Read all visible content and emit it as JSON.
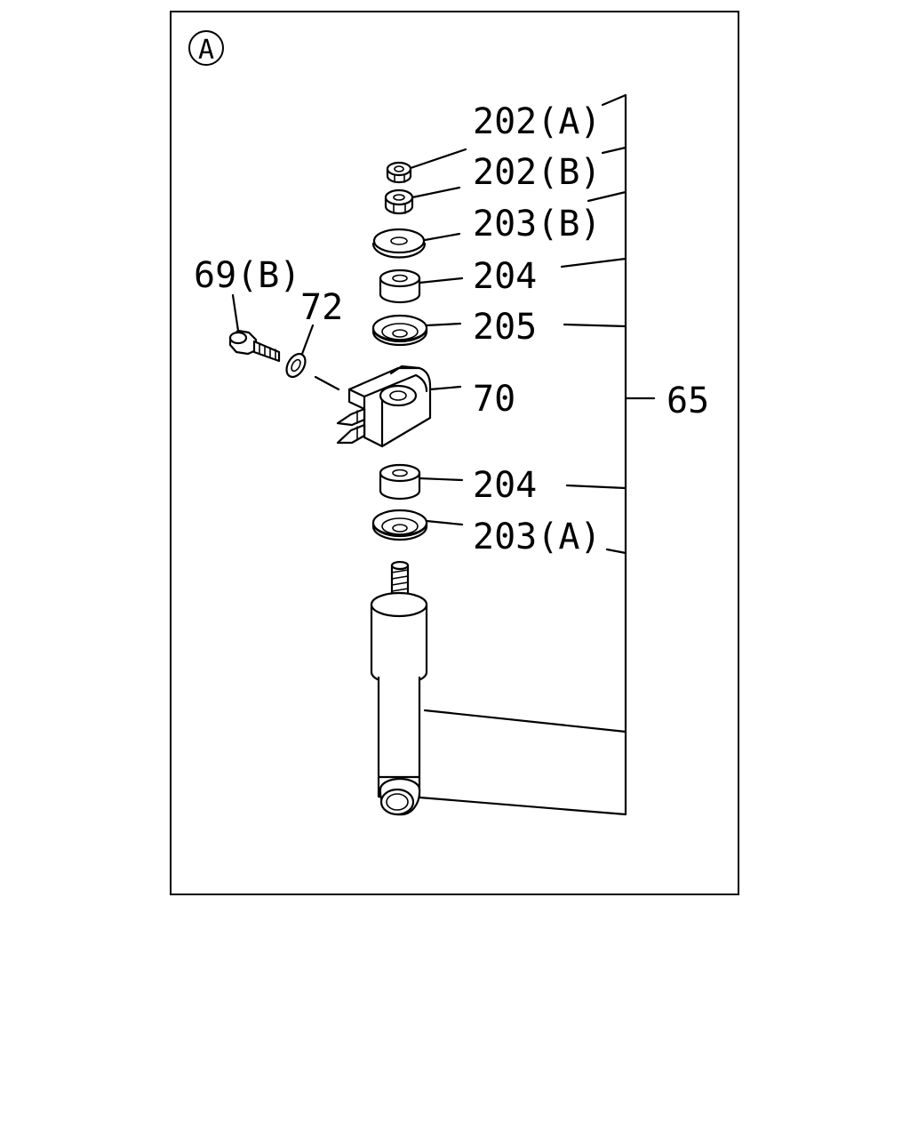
{
  "view_marker": "A",
  "labels": {
    "l202a": "202(A)",
    "l202b": "202(B)",
    "l203b": "203(B)",
    "l204_top": "204",
    "l205": "205",
    "l70": "70",
    "l204_bottom": "204",
    "l203a": "203(A)",
    "l69b": "69(B)",
    "l72": "72",
    "l65": "65"
  }
}
